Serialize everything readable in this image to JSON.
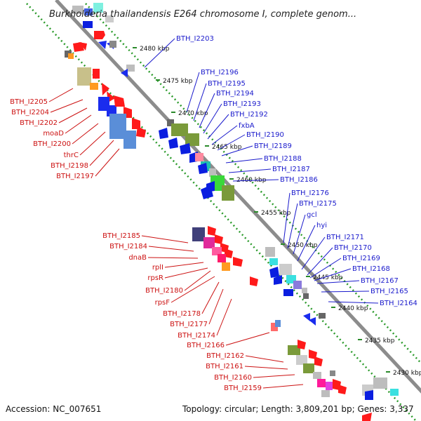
{
  "title": "Burkholderia thailandensis E264 chromosome I, complete genom...",
  "footer": {
    "accession": "Accession: NC_007651",
    "topology": "Topology: circular; Length: 3,809,201 bp; Genes: 3,337"
  },
  "ticks": [
    "2480 kbp",
    "2475 kbp",
    "2470 kbp",
    "2465 kbp",
    "2460 kbp",
    "2455 kbp",
    "2450 kbp",
    "2445 kbp",
    "2440 kbp",
    "2435 kbp",
    "2430 kbp"
  ],
  "left_labels": [
    "BTH_I2205",
    "BTH_I2204",
    "BTH_I2202",
    "moaD",
    "BTH_I2200",
    "thrC",
    "BTH_I2198",
    "BTH_I2197",
    "BTH_I2185",
    "BTH_I2184",
    "dnaB",
    "rplI",
    "rpsR",
    "BTH_I2180",
    "rpsF",
    "BTH_I2178",
    "BTH_I2177",
    "BTH_I2174",
    "BTH_I2166",
    "BTH_I2162",
    "BTH_I2161",
    "BTH_I2160",
    "BTH_I2159"
  ],
  "right_labels": [
    "BTH_I2203",
    "BTH_I2196",
    "BTH_I2195",
    "BTH_I2194",
    "BTH_I2193",
    "BTH_I2192",
    "fxbA",
    "BTH_I2190",
    "BTH_I2189",
    "BTH_I2188",
    "BTH_I2187",
    "BTH_I2186",
    "BTH_I2176",
    "BTH_I2175",
    "gcl",
    "hyi",
    "BTH_I2171",
    "BTH_I2170",
    "BTH_I2169",
    "BTH_I2168",
    "BTH_I2167",
    "BTH_I2165",
    "BTH_I2164"
  ],
  "colors": {
    "backbone": "#8c8c8c",
    "dots": "#2a9a2a",
    "left_label": "#cc1111",
    "right_label": "#1a1acc",
    "tick_mark": "#2a8a2a"
  }
}
